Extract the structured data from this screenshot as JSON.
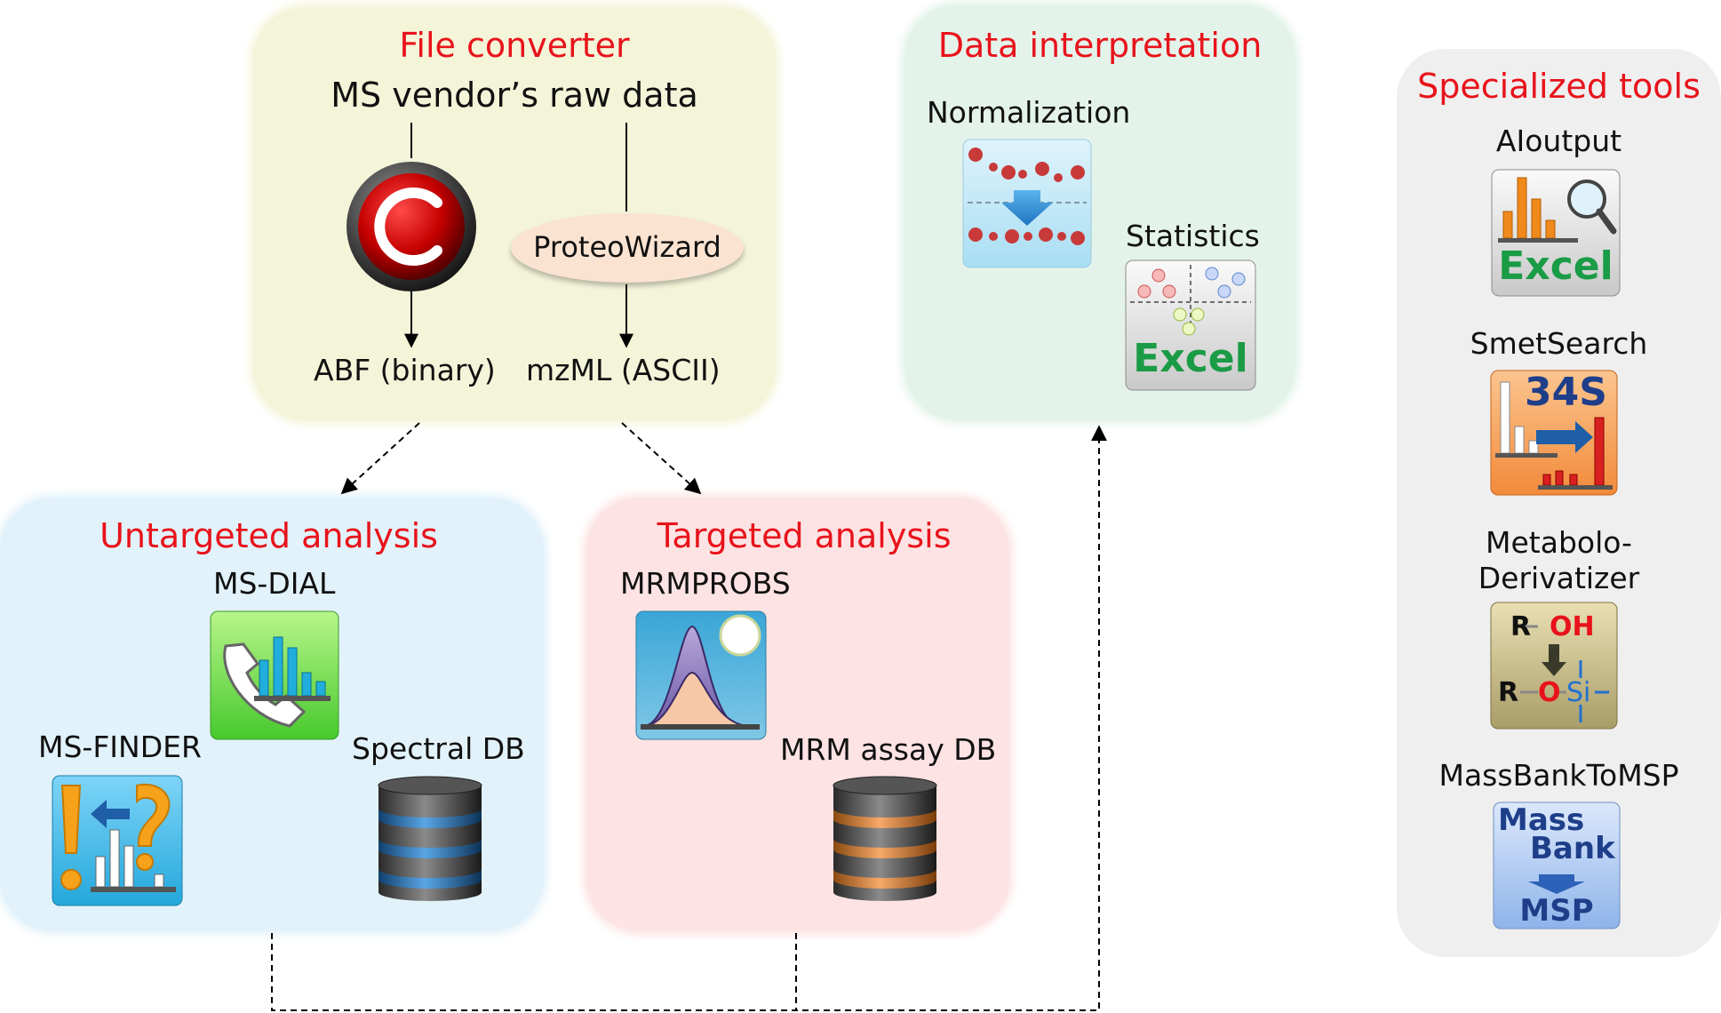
{
  "file_converter": {
    "title": "File converter",
    "raw_data": "MS vendor’s raw data",
    "proteowizard": "ProteoWizard",
    "abf": "ABF (binary)",
    "mzml": "mzML (ASCII)"
  },
  "data_interpretation": {
    "title": "Data interpretation",
    "normalization": "Normalization",
    "statistics": "Statistics",
    "excel": "Excel"
  },
  "untargeted": {
    "title": "Untargeted analysis",
    "msdial": "MS-DIAL",
    "msfinder": "MS-FINDER",
    "spectral_db": "Spectral DB"
  },
  "targeted": {
    "title": "Targeted analysis",
    "mrmprobs": "MRMPROBS",
    "mrm_db": "MRM assay DB"
  },
  "specialized": {
    "title": "Specialized tools",
    "aioutput": "AIoutput",
    "aioutput_excel": "Excel",
    "smetsearch": "SmetSearch",
    "smet_icon_text": "34S",
    "deriv_line1": "Metabolo-",
    "deriv_line2": "Derivatizer",
    "deriv_r1": "R",
    "deriv_oh": "OH",
    "deriv_r2": "R",
    "deriv_o": "O",
    "deriv_si": "Si",
    "massbank": "MassBankToMSP",
    "mb_line1": "Mass",
    "mb_line2": "Bank",
    "mb_line3": "MSP"
  },
  "colors": {
    "title_red": "#e8131b",
    "file_converter_bg": "#f4f4d9",
    "data_interp_bg": "#e4f3ea",
    "untargeted_bg": "#e2f2fa",
    "targeted_bg": "#fde3e3",
    "specialized_bg": "#efefef",
    "excel_green": "#1a9b45"
  }
}
